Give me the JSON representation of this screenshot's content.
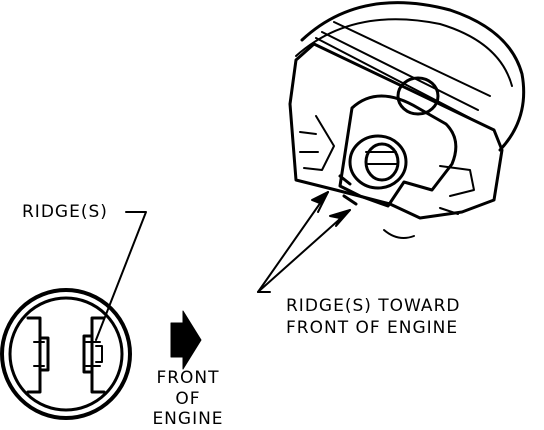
{
  "labels": {
    "ridges_left": "RIDGE(S)",
    "ridges_right_line1": "RIDGE(S) TOWARD",
    "ridges_right_line2": "FRONT OF ENGINE",
    "front_line1": "FRONT",
    "front_line2": "OF",
    "front_line3": "ENGINE"
  },
  "colors": {
    "ink": "#000000",
    "paper": "#ffffff"
  }
}
